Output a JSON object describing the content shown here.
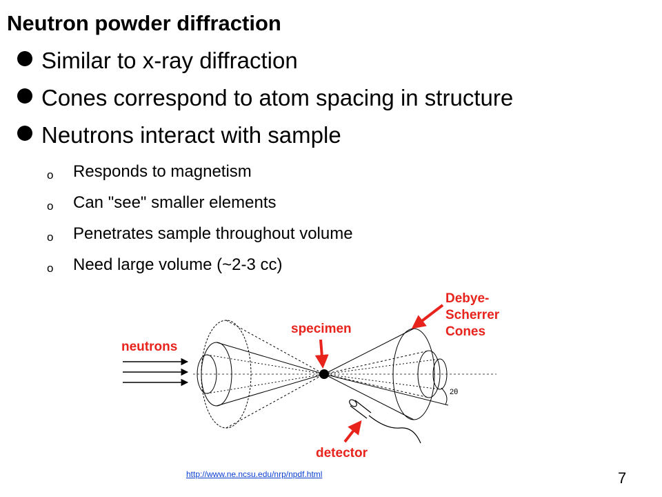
{
  "slide": {
    "title": "Neutron powder diffraction",
    "bullets": [
      "Similar to x-ray diffraction",
      "Cones correspond to atom spacing in structure",
      "Neutrons interact with sample"
    ],
    "sub_marker": "o",
    "sub_bullets": [
      "Responds to magnetism",
      "Can \"see\" smaller elements",
      "Penetrates sample throughout volume",
      "Need large volume (~2-3 cc)"
    ]
  },
  "diagram": {
    "labels": {
      "neutrons": "neutrons",
      "specimen": "specimen",
      "debye_line1": "Debye-",
      "debye_line2": "Scherrer",
      "debye_line3": "Cones",
      "detector": "detector",
      "angle": "2θ"
    },
    "label_color": "#e8231c",
    "arrow_color": "#e8231c"
  },
  "footer": {
    "url": "http://www.ne.ncsu.edu/nrp/npdf.html",
    "page_number": "7"
  }
}
